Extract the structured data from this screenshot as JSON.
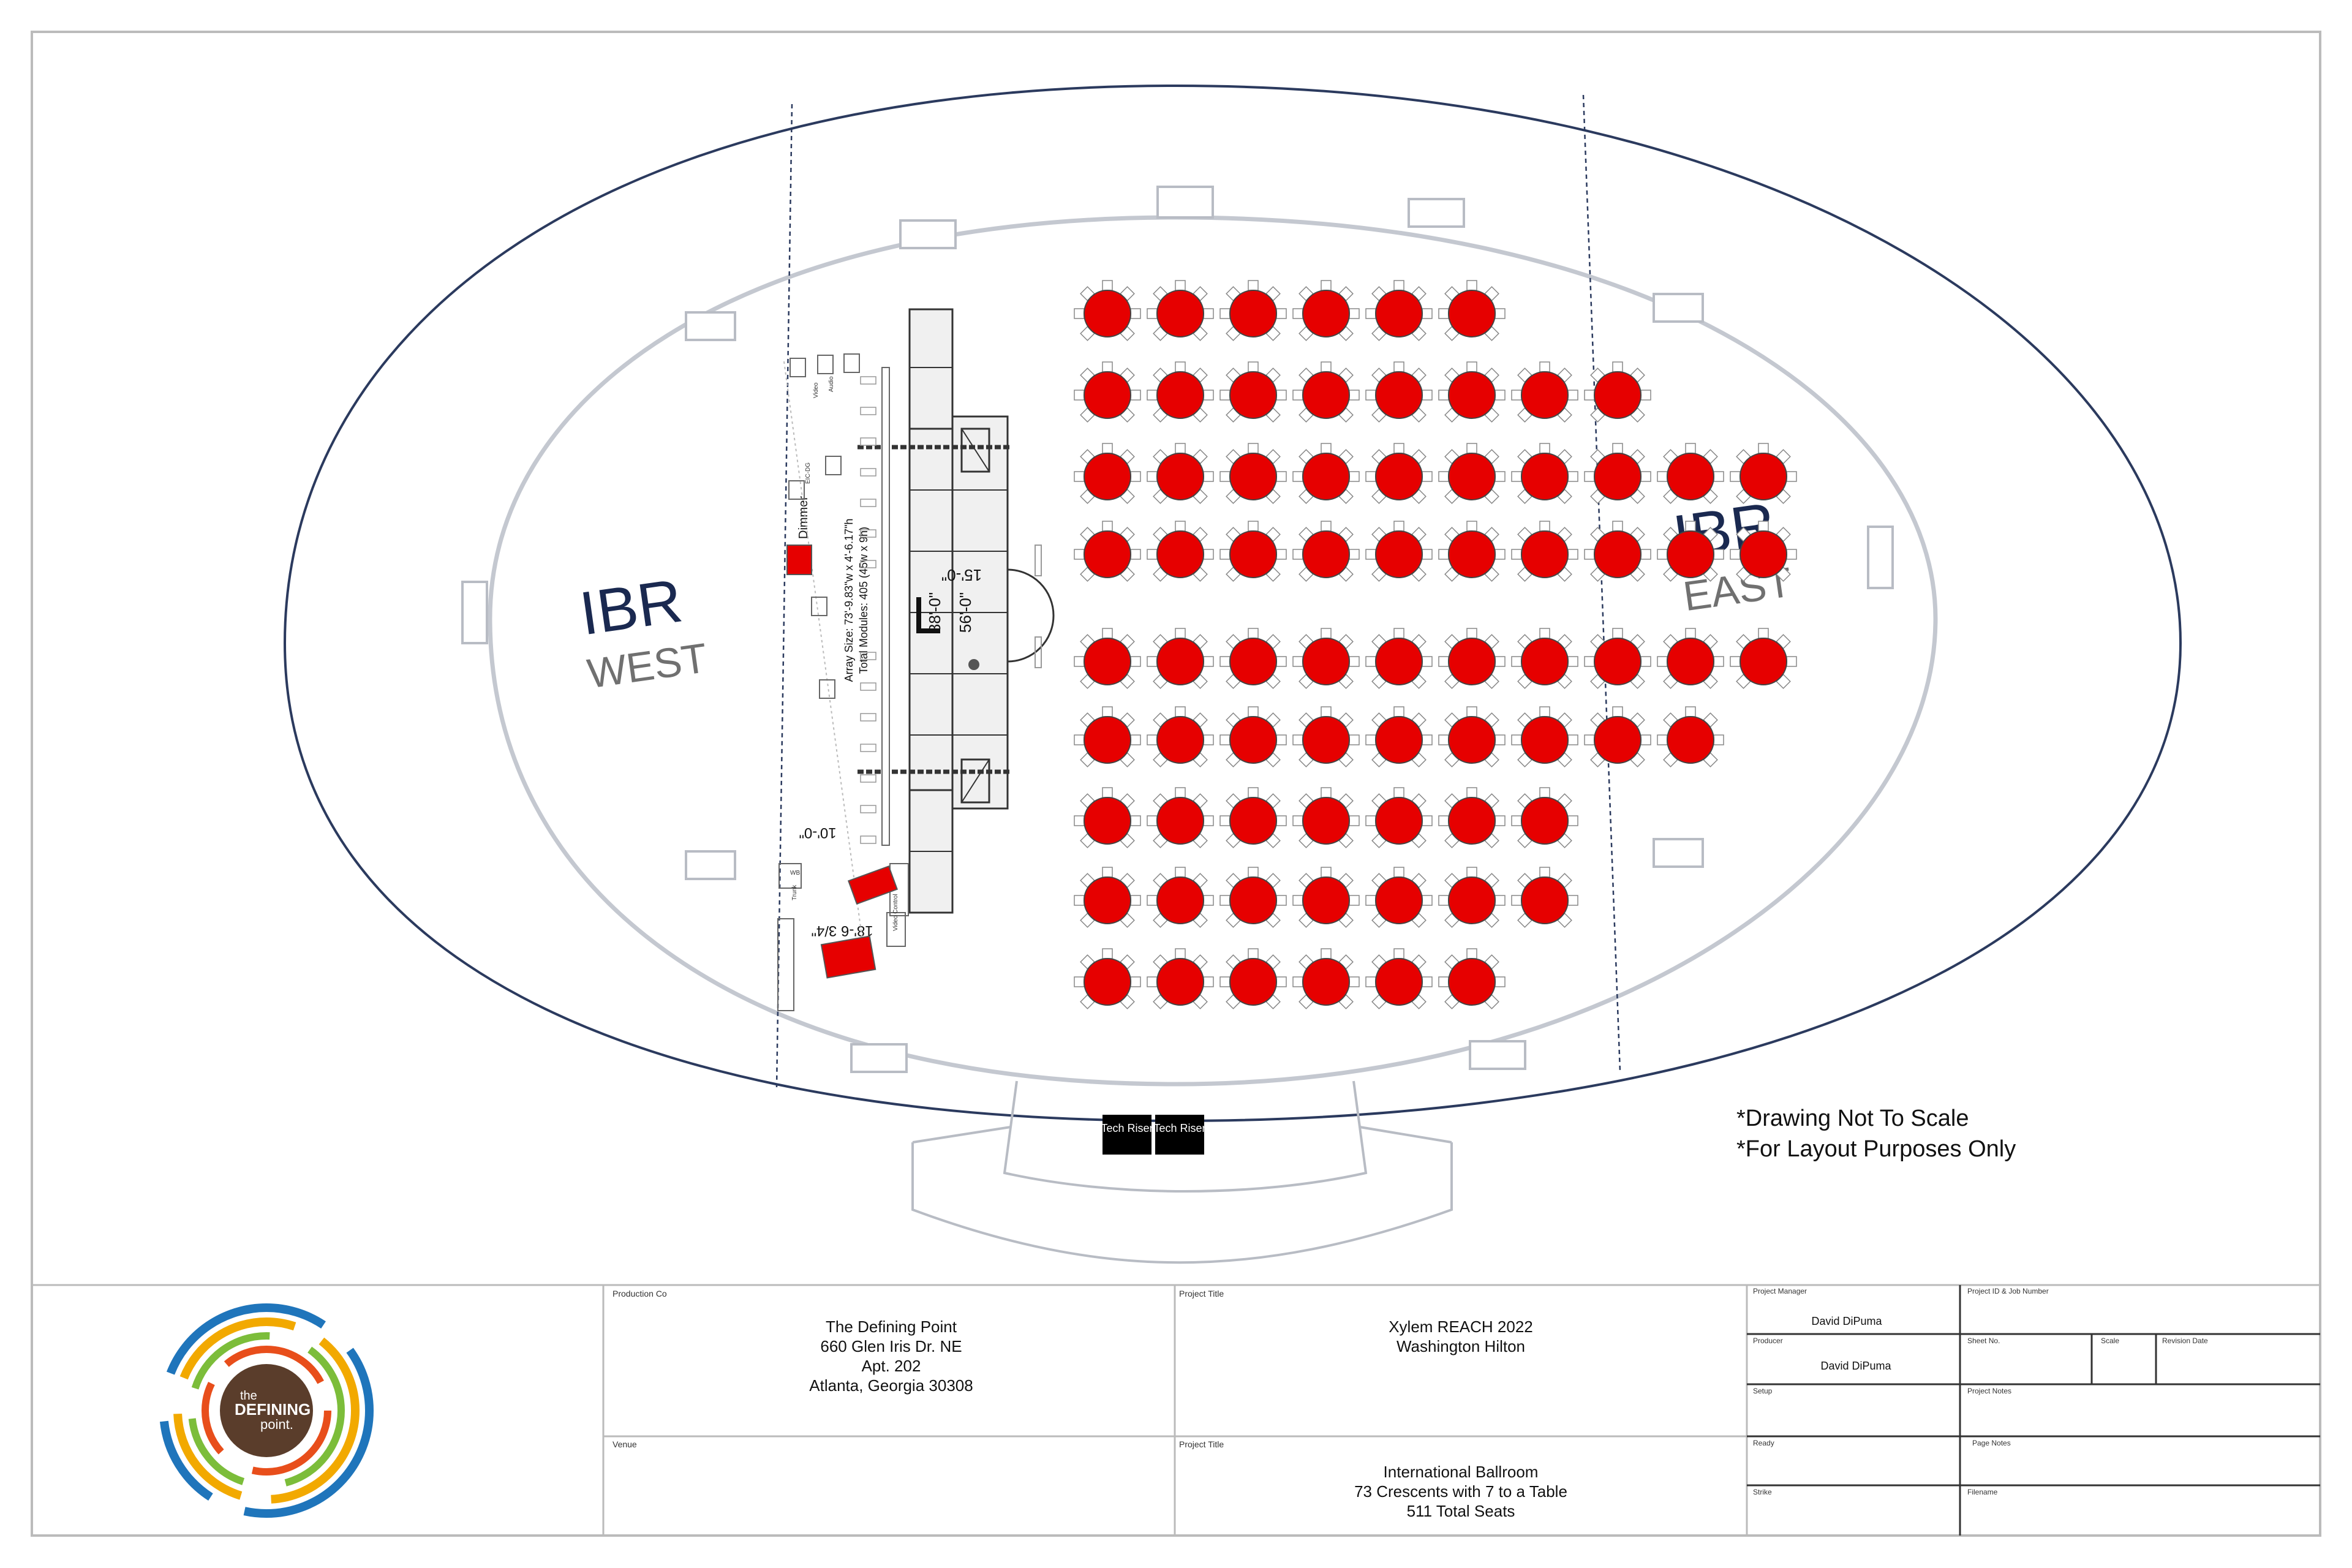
{
  "venue_labels": {
    "west_main": "IBR",
    "west_sub": "WEST",
    "east_main": "IBR",
    "east_sub": "EAST"
  },
  "stage": {
    "dim_15": "15'-0\"",
    "dim_88": "88'-0\"",
    "dim_56": "56'-0\"",
    "dim_10": "10'-0\"",
    "dim_18": "18'-6 3/4\"",
    "array_size": "Array Size: 73'-9.83\"w x 4'-6.17\"h",
    "total_modules": "Total Modules: 405 (45w x 9h)",
    "dimmer": "Dimmer",
    "prod_labels": [
      "Video",
      "EIC-DG",
      "Audio",
      "WB",
      "Trunk",
      "Video Control"
    ]
  },
  "tech_risers": [
    "Tech Riser",
    "Tech Riser"
  ],
  "notes": [
    "*Drawing Not To Scale",
    "*For Layout Purposes Only"
  ],
  "seating": {
    "rows": [
      6,
      8,
      10,
      10,
      10,
      9,
      7,
      7,
      6
    ],
    "table_color": "#e60000"
  },
  "logo": {
    "line1": "the",
    "line2": "DEFINING",
    "line3": "point."
  },
  "title_block": {
    "production_co_label": "Production Co",
    "production_co": [
      "The Defining Point",
      "660 Glen Iris Dr. NE",
      "Apt. 202",
      "Atlanta, Georgia 30308"
    ],
    "venue_label": "Venue",
    "project_title_label_1": "Project Title",
    "project_title_1": [
      "Xylem REACH 2022",
      "Washington Hilton"
    ],
    "project_title_label_2": "Project Title",
    "project_title_2": [
      "International Ballroom",
      "73 Crescents with 7 to a Table",
      "511 Total Seats"
    ],
    "project_manager_label": "Project Manager",
    "project_manager": "David DiPuma",
    "producer_label": "Producer",
    "producer": "David DiPuma",
    "setup_label": "Setup",
    "ready_label": "Ready",
    "strike_label": "Strike",
    "project_id_label": "Project ID & Job Number",
    "sheet_no_label": "Sheet No.",
    "scale_label": "Scale",
    "revision_date_label": "Revision Date",
    "project_notes_label": "Project Notes",
    "page_notes_label": "Page Notes",
    "filename_label": "Filename"
  }
}
